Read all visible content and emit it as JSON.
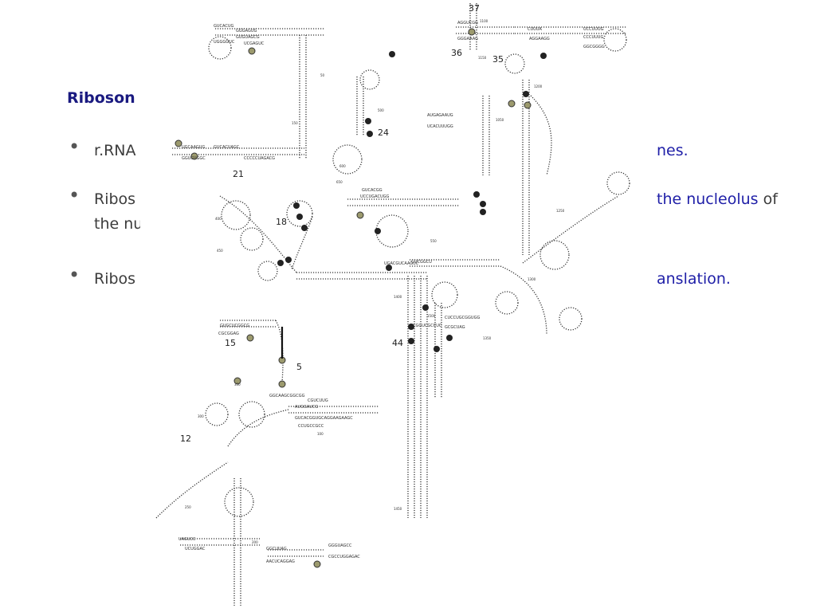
{
  "slide": {
    "title_left": "Riboson",
    "bullets": [
      {
        "left": "r.RNA",
        "right": "nes."
      },
      {
        "left": "Ribos",
        "right_link": "the nucleolus",
        "right_tail": " of",
        "line2": "the nu"
      },
      {
        "left": "Ribos",
        "right": "anslation."
      }
    ]
  },
  "figure": {
    "helix_labels": [
      "37",
      "36",
      "35",
      "24",
      "21",
      "18",
      "15",
      "5",
      "44",
      "12"
    ],
    "position_numbers": [
      "1100",
      "1150",
      "1050",
      "1200",
      "1250",
      "1300",
      "1350",
      "1400",
      "1450",
      "1500",
      "500",
      "650",
      "600",
      "550",
      "350",
      "300",
      "250",
      "200",
      "150",
      "100",
      "50",
      "450",
      "400"
    ],
    "sequence_fragments": [
      "GUCACUG",
      "UGGGGUC",
      "CUUUA",
      "UCCUUUG",
      "CCCUUUG",
      "AGGUCGG",
      "GGGAAAG",
      "AGGAAGG",
      "GGCGGGG",
      "UGACGUCAAGUC",
      "UCCUGACUGG",
      "AUGAGAAUG",
      "UCACUUUGG",
      "GUCACGG",
      "UGCAAGUG",
      "GUCACUAGC",
      "GGUCUGGC",
      "CCCCCUAGACG",
      "GUGCUCGGCG",
      "CGCGGAG",
      "AUGGAUCG",
      "GUCACGGUGCAGGAAGAAGC",
      "CGUCUUG",
      "CCUGCCGCC",
      "GGCAAGCGGCGG",
      "UAGUCC",
      "GGCUUAG",
      "AACUCAGGAG",
      "UCUGGAC",
      "CGGUCGCCUC",
      "GCGCUAG",
      "CUCCUGCGGUGG",
      "GUCGGCU",
      "GGGUAGCC",
      "CGCCUGGAGAC",
      "GUGUAGCG",
      "GGGAGUG",
      "UCGAGUC"
    ]
  }
}
